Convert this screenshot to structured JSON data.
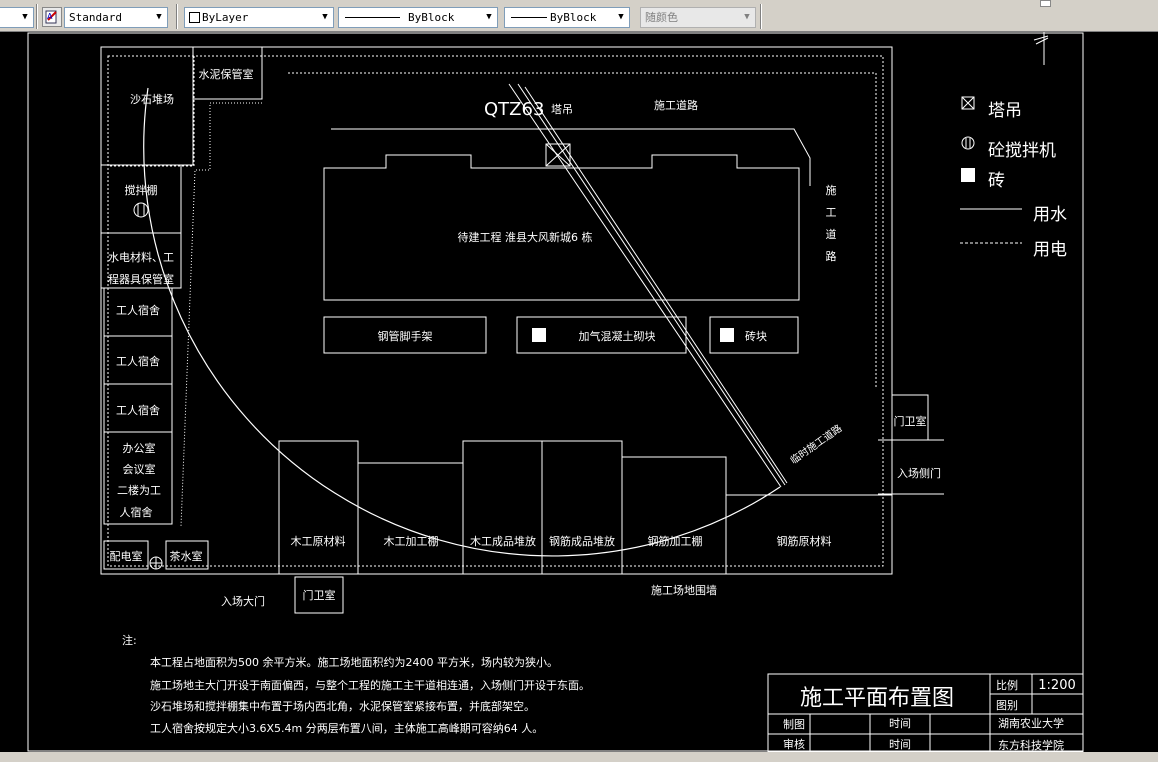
{
  "toolbar": {
    "textstyle_value": "Standard",
    "layer_value": "ByLayer",
    "linetype_value": "ByBlock",
    "lineweight_value": "ByBlock",
    "color_value": "随颜色"
  },
  "plan": {
    "sand_yard": "沙石堆场",
    "cement_room": "水泥保管室",
    "mixing_shed": "搅拌棚",
    "hydro_storage_l1": "水电材料、工",
    "hydro_storage_l2": "程器具保管室",
    "dorm_1": "工人宿舍",
    "dorm_2": "工人宿舍",
    "dorm_3": "工人宿舍",
    "office_l1": "办公室",
    "office_l2": "会议室",
    "office_l3": "二楼为工",
    "office_l4": "人宿舍",
    "power_room": "配电室",
    "tea_room": "茶水室",
    "main_gate": "入场大门",
    "gate_guard_south": "门卫室",
    "crane_model": "QTZ63",
    "crane_label": "塔吊",
    "road_north": "施工道路",
    "road_east": [
      "施",
      "工",
      "道",
      "路"
    ],
    "building_label": "待建工程   淮县大风新城6 栋",
    "steel_scaffold": "钢管脚手架",
    "aerated_block": "加气混凝土砌块",
    "brick_block": "砖块",
    "temp_road": "临时施工道路",
    "gate_guard_east": "门卫室",
    "side_gate": "入场侧门",
    "wood_raw": "木工原材料",
    "wood_process": "木工加工棚",
    "wood_finished": "木工成品堆放",
    "steel_finished": "钢筋成品堆放",
    "steel_process": "钢筋加工棚",
    "steel_raw": "钢筋原材料",
    "perimeter_wall": "施工场地围墙"
  },
  "legend": {
    "crane": "塔吊",
    "mixer": "砼搅拌机",
    "brick": "砖",
    "water": "用水",
    "power": "用电"
  },
  "notes": {
    "heading": "注:",
    "line1": "本工程占地面积为500 余平方米。施工场地面积约为2400 平方米，场内较为狭小。",
    "line2": "施工场地主大门开设于南面偏西，与整个工程的施工主干道相连通，入场侧门开设于东面。",
    "line3": "沙石堆场和搅拌棚集中布置于场内西北角，水泥保管室紧接布置，并底部架空。",
    "line4": "工人宿舍按规定大小3.6X5.4m 分两层布置八间，主体施工高峰期可容纳64 人。"
  },
  "titleblock": {
    "title": "施工平面布置图",
    "scale_label": "比例",
    "scale_value": "1:200",
    "drawing_no_label": "图别",
    "drawer_label": "制图",
    "reviewer_label": "审核",
    "time_label_1": "时间",
    "time_label_2": "时间",
    "org_l1": "湖南农业大学",
    "org_l2": "东方科技学院"
  },
  "colors": {
    "background": "#000000",
    "lines": "#ffffff",
    "toolbar": "#d4d0c8"
  }
}
